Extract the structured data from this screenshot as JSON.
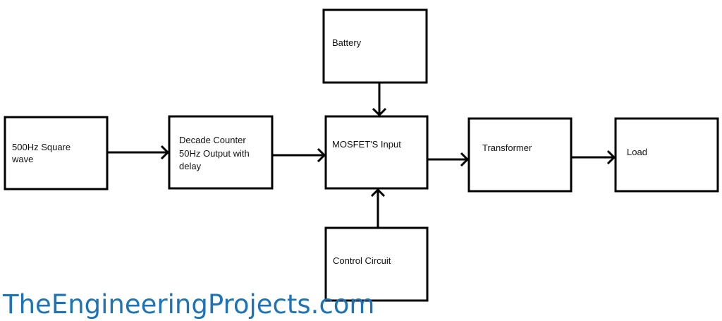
{
  "diagram": {
    "blocks": {
      "square_wave": {
        "line1": "500Hz Square",
        "line2": "wave"
      },
      "decade_counter": {
        "line1": "Decade Counter",
        "line2": "50Hz Output with",
        "line3": "delay"
      },
      "battery": {
        "label": "Battery"
      },
      "mosfet": {
        "label": "MOSFET'S  Input"
      },
      "control": {
        "label": "Control Circuit"
      },
      "transformer": {
        "label": "Transformer"
      },
      "load": {
        "label": "Load"
      }
    },
    "connections": [
      {
        "from": "500Hz Square wave",
        "to": "Decade Counter 50Hz Output with delay"
      },
      {
        "from": "Decade Counter 50Hz Output with delay",
        "to": "MOSFET'S  Input"
      },
      {
        "from": "Battery",
        "to": "MOSFET'S  Input"
      },
      {
        "from": "Control Circuit",
        "to": "MOSFET'S  Input"
      },
      {
        "from": "MOSFET'S  Input",
        "to": "Transformer"
      },
      {
        "from": "Transformer",
        "to": "Load"
      }
    ]
  },
  "watermark": {
    "text": "TheEngineeringProjects.com",
    "color": "#1e73b5"
  }
}
